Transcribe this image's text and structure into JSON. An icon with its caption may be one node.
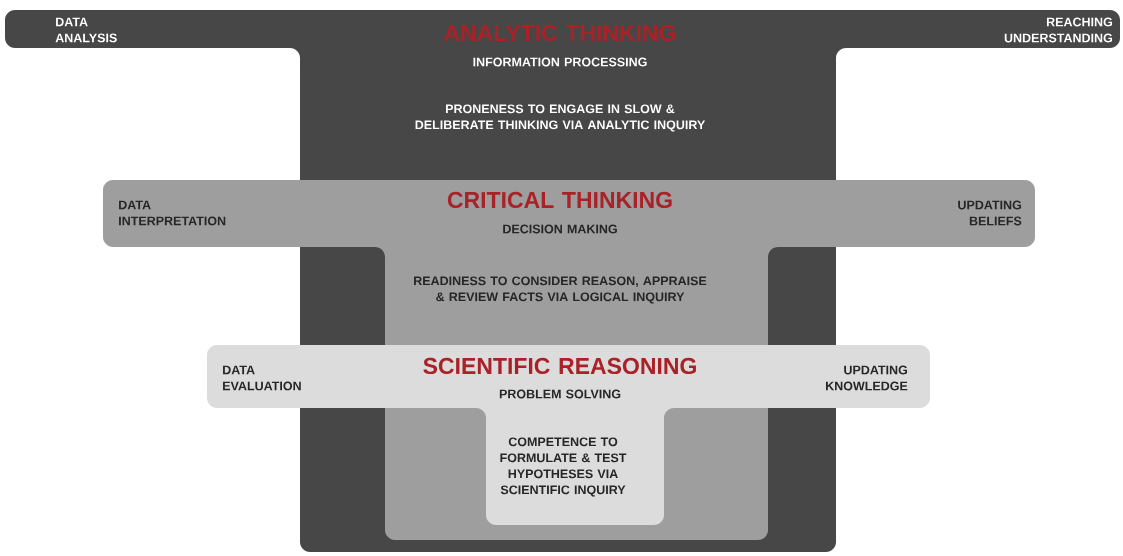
{
  "diagram": {
    "nodes": [
      {
        "text": [
          "DATA ANALYSIS",
          "ANALYTIC THINKING",
          "INFORMATION PROCESSING",
          "REACHING UNDERSTANDING",
          "PRONENESS TO ENGAGE IN SLOW & DELIBERATE THINKING VIA ANALYTIC INQUIRY"
        ]
      },
      {
        "text": [
          "DATA INTERPRETATION",
          "CRITICAL THINKING",
          "DECISION MAKING",
          "UPDATING BELIEFS",
          "READINESS TO CONSIDER REASON, APPRAISE & REVIEW FACTS VIA LOGICAL INQUIRY"
        ],
        "in": 0
      },
      {
        "text": [
          "DATA EVALUATION",
          "SCIENTIFIC REASONING",
          "PROBLEM SOLVING",
          "UPDATING KNOWLEDGE",
          "COMPETENCE TO FORMULATE & TEST HYPOTHESES VIA SCIENTIFIC INQUIRY"
        ],
        "in": 1
      }
    ]
  }
}
